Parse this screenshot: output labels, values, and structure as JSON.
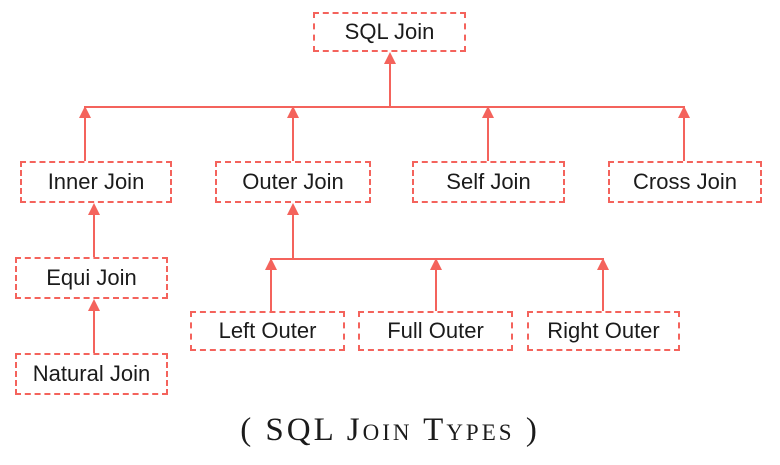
{
  "diagram": {
    "caption": "( SQL Join Types )",
    "colors": {
      "line": "#f4635c",
      "text": "#1b1b1b",
      "background": "#ffffff"
    },
    "nodes": {
      "sql_join": {
        "label": "SQL Join"
      },
      "inner_join": {
        "label": "Inner Join"
      },
      "outer_join": {
        "label": "Outer Join"
      },
      "self_join": {
        "label": "Self Join"
      },
      "cross_join": {
        "label": "Cross Join"
      },
      "equi_join": {
        "label": "Equi Join"
      },
      "natural_join": {
        "label": "Natural Join"
      },
      "left_outer": {
        "label": "Left Outer"
      },
      "full_outer": {
        "label": "Full Outer"
      },
      "right_outer": {
        "label": "Right Outer"
      }
    },
    "edges": [
      {
        "from": "inner_join",
        "to": "sql_join"
      },
      {
        "from": "outer_join",
        "to": "sql_join"
      },
      {
        "from": "self_join",
        "to": "sql_join"
      },
      {
        "from": "cross_join",
        "to": "sql_join"
      },
      {
        "from": "equi_join",
        "to": "inner_join"
      },
      {
        "from": "natural_join",
        "to": "equi_join"
      },
      {
        "from": "left_outer",
        "to": "outer_join"
      },
      {
        "from": "full_outer",
        "to": "outer_join"
      },
      {
        "from": "right_outer",
        "to": "outer_join"
      }
    ]
  }
}
